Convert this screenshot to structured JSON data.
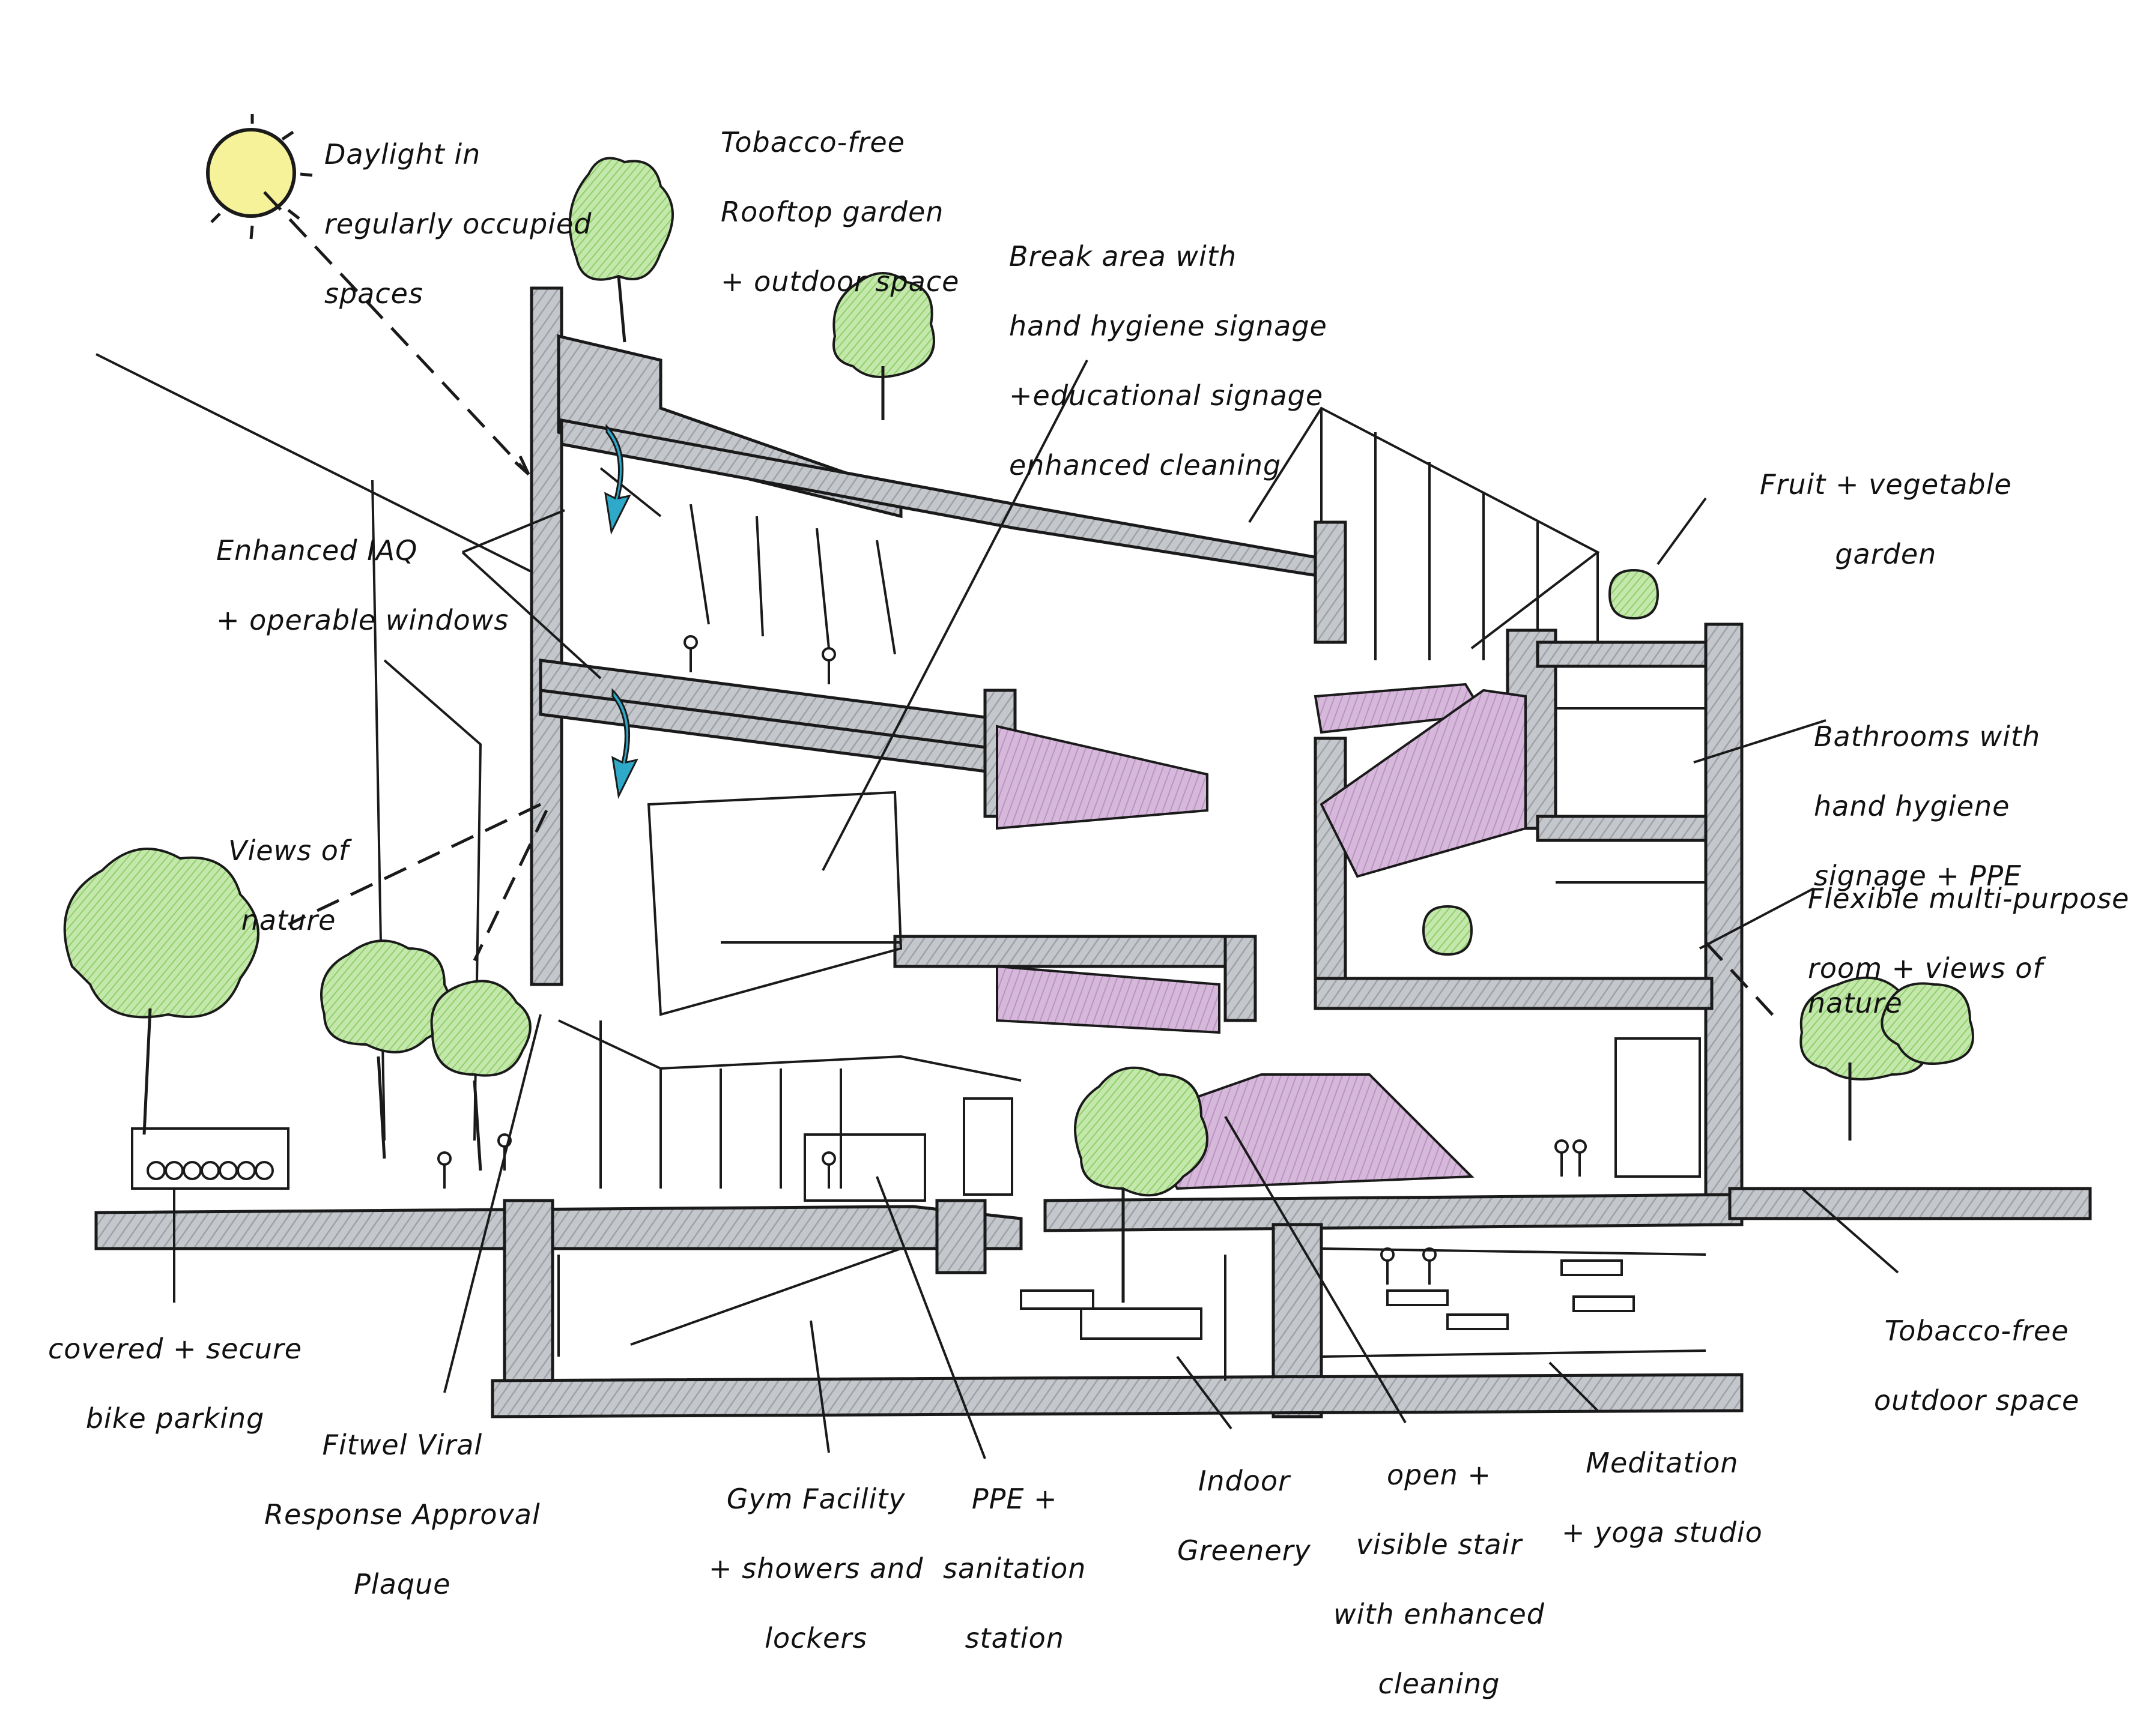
{
  "colors": {
    "ink": "#1a1a1a",
    "concrete": "#b9bcc0",
    "purple": "#c9a6cf",
    "greenery": "#a8d98a",
    "water_blue": "#2ea9c9",
    "sun": "#f6f29a",
    "glass": "#d8ecf0"
  },
  "labels": {
    "daylight": [
      "Daylight in",
      "regularly occupied",
      "spaces"
    ],
    "rooftop": [
      "Tobacco-free",
      "Rooftop garden",
      "+ outdoor space"
    ],
    "break_area": [
      "Break area with",
      "hand hygiene signage",
      "+educational signage",
      "enhanced cleaning"
    ],
    "fruit_garden": [
      "Fruit + vegetable",
      "garden"
    ],
    "iaq": [
      "Enhanced IAQ",
      "+ operable windows"
    ],
    "bathrooms": [
      "Bathrooms with",
      "hand hygiene",
      "signage + PPE"
    ],
    "views_nature": [
      "Views of",
      "nature"
    ],
    "flexible_room": [
      "Flexible multi-purpose",
      "room + views of nature"
    ],
    "bike_parking": [
      "covered + secure",
      "bike parking"
    ],
    "tobacco_outdoor": [
      "Tobacco-free",
      "outdoor space"
    ],
    "fitwel": [
      "Fitwel Viral",
      "Response Approval",
      "Plaque"
    ],
    "gym": [
      "Gym Facility",
      "+ showers and",
      "lockers"
    ],
    "ppe": [
      "PPE +",
      "sanitation",
      "station"
    ],
    "indoor_green": [
      "Indoor",
      "Greenery"
    ],
    "stair": [
      "open +",
      "visible stair",
      "with enhanced",
      "cleaning"
    ],
    "meditation": [
      "Meditation",
      "+ yoga studio"
    ]
  },
  "icons": {
    "sun": "sun-icon",
    "airflow": "airflow-arrow-icon",
    "trees": "tree-icon",
    "bike": "bike-rack-icon",
    "people": "person-icon"
  }
}
